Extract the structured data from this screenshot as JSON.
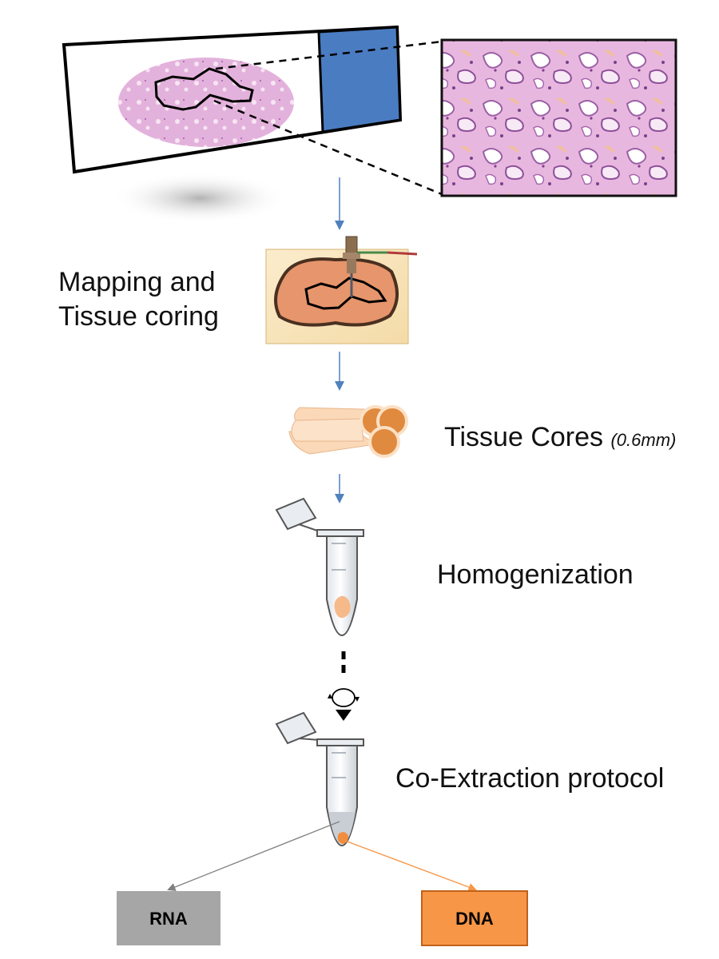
{
  "steps": {
    "mapping_line1": "Mapping and",
    "mapping_line2": "Tissue coring",
    "cores_label": "Tissue Cores",
    "cores_note": "(0.6mm)",
    "homogenization": "Homogenization",
    "coextraction": "Co-Extraction protocol"
  },
  "outputs": {
    "rna": "RNA",
    "dna": "DNA"
  },
  "colors": {
    "flow_arrow": "#4f81bd",
    "slide_label": "#4a7cc2",
    "rna_box": "#a6a6a6",
    "dna_box": "#f79646",
    "dna_border": "#c0621b",
    "tissue_pink": "#e6b3dc",
    "tissue_core": "#f3c9a3"
  }
}
